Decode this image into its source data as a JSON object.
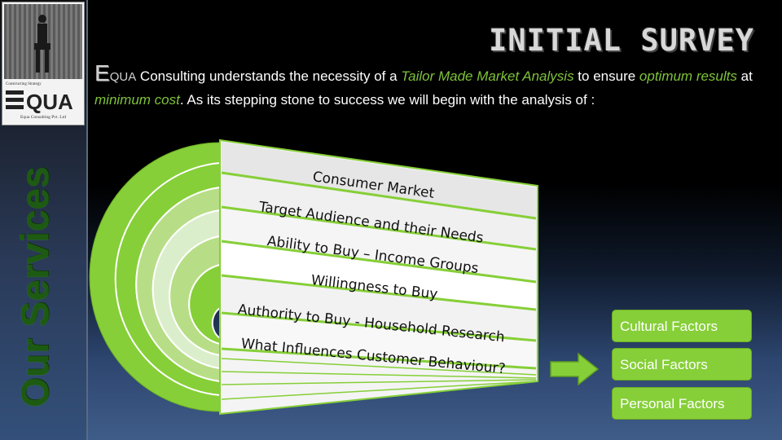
{
  "slide": {
    "title": "INITIAL SURVEY",
    "vertical_label": "Our Services",
    "logo": {
      "tagline": "Constructing Strategy",
      "wordmark": "EQUA",
      "company": "Equa Consulting Pvt. Ltd"
    },
    "intro": {
      "big_letter": "E",
      "smallcaps": "QUA",
      "t1": " Consulting understands the necessity of a ",
      "h1": "Tailor Made Market Analysis",
      "t2": " to ensure ",
      "h2": "optimum results",
      "t3": " at ",
      "h3": "minimum cost",
      "t4": ". As its stepping stone to success we will begin with the analysis of :"
    },
    "diagram_items": [
      "Consumer Market",
      "Target Audience and their Needs",
      "Ability to Buy – Income Groups",
      "Willingness to Buy",
      "Authority to Buy - Household Research",
      "What Influences Customer Behaviour?"
    ],
    "factors": [
      "Cultural Factors",
      "Social Factors",
      "Personal Factors"
    ],
    "colors": {
      "green_primary": "#86cf38",
      "green_light": "#b7de86",
      "green_pale": "#dbeecb",
      "dark_green_label": "#1d5a12",
      "highlight": "#7ec23a"
    }
  }
}
